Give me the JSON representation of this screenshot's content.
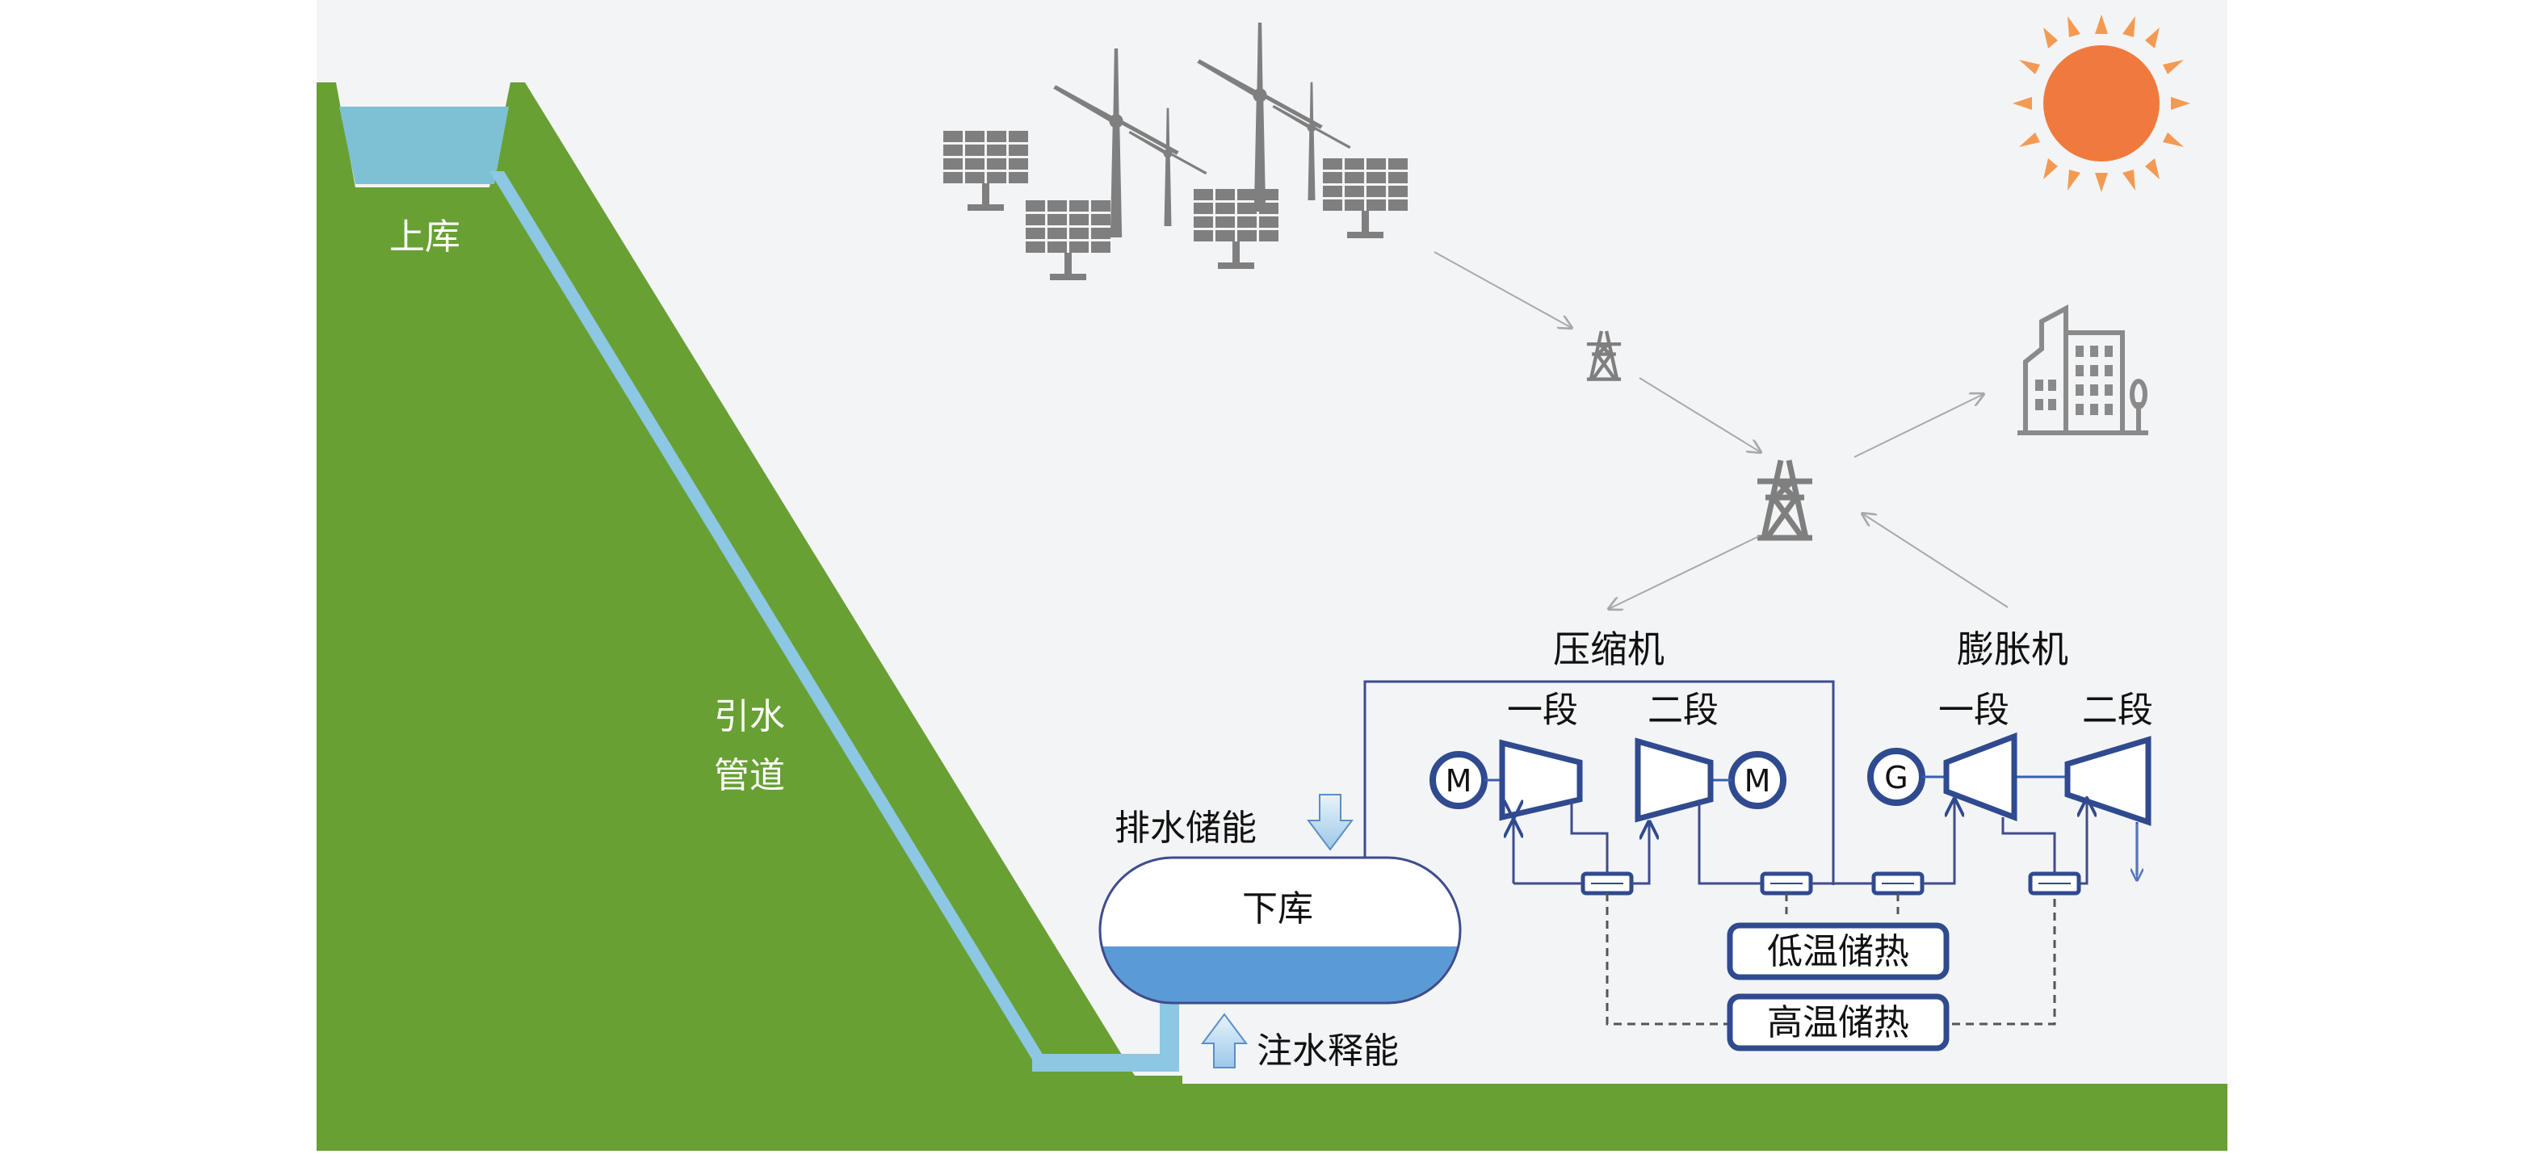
{
  "diagram": {
    "labels": {
      "upper_reservoir": "上库",
      "penstock_line1": "引水",
      "penstock_line2": "管道",
      "lower_reservoir": "下库",
      "drain_storage": "排水储能",
      "inject_release": "注水释能",
      "compressor": "压缩机",
      "expander": "膨胀机",
      "compressor_stage1": "一段",
      "compressor_stage2": "二段",
      "expander_stage1": "一段",
      "expander_stage2": "二段",
      "low_temp_storage": "低温储热",
      "high_temp_storage": "高温储热",
      "motor1": "M",
      "motor2": "M",
      "generator": "G"
    },
    "icons": [
      "solar-panel-icon",
      "wind-turbine-icon",
      "transmission-tower-icon",
      "city-buildings-icon",
      "sun-icon"
    ],
    "colors": {
      "background": "#f3f4f6",
      "ground": "#68a034",
      "water": "#5fb4dc",
      "pipe": "#8cc7e3",
      "machine": "#2f4a8e",
      "icon_gray": "#7f7f80",
      "sun": "#f07a3d",
      "sun_rays": "#f39a52"
    }
  }
}
